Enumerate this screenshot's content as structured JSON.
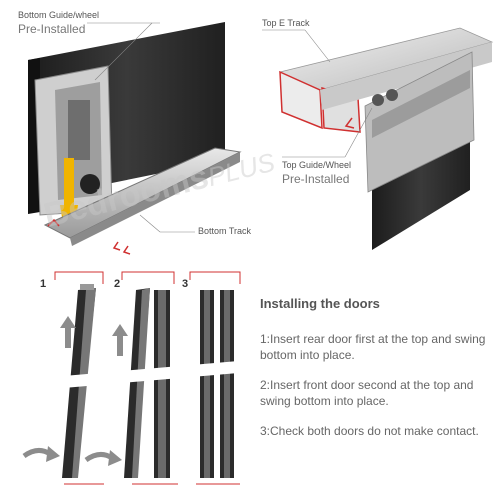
{
  "callouts": {
    "bottom_guide": "Bottom Guide/wheel",
    "bottom_guide_sub": "Pre-Installed",
    "bottom_track": "Bottom Track",
    "top_track": "Top E Track",
    "top_guide": "Top Guide/Wheel",
    "top_guide_sub": "Pre-Installed"
  },
  "watermark": {
    "main": "Bedrooms",
    "suffix": "PLUS"
  },
  "steps": {
    "one": "1",
    "two": "2",
    "three": "3"
  },
  "instructions": {
    "title": "Installing the doors",
    "items": [
      "1:Insert rear door first at the top and swing bottom into place.",
      "2:Insert front door second at the top and swing bottom into place.",
      "3:Check both doors do not make contact."
    ]
  },
  "colors": {
    "accent_red": "#d03030",
    "guide_yellow": "#f0b400",
    "door_dark": "#2b2b2b"
  }
}
